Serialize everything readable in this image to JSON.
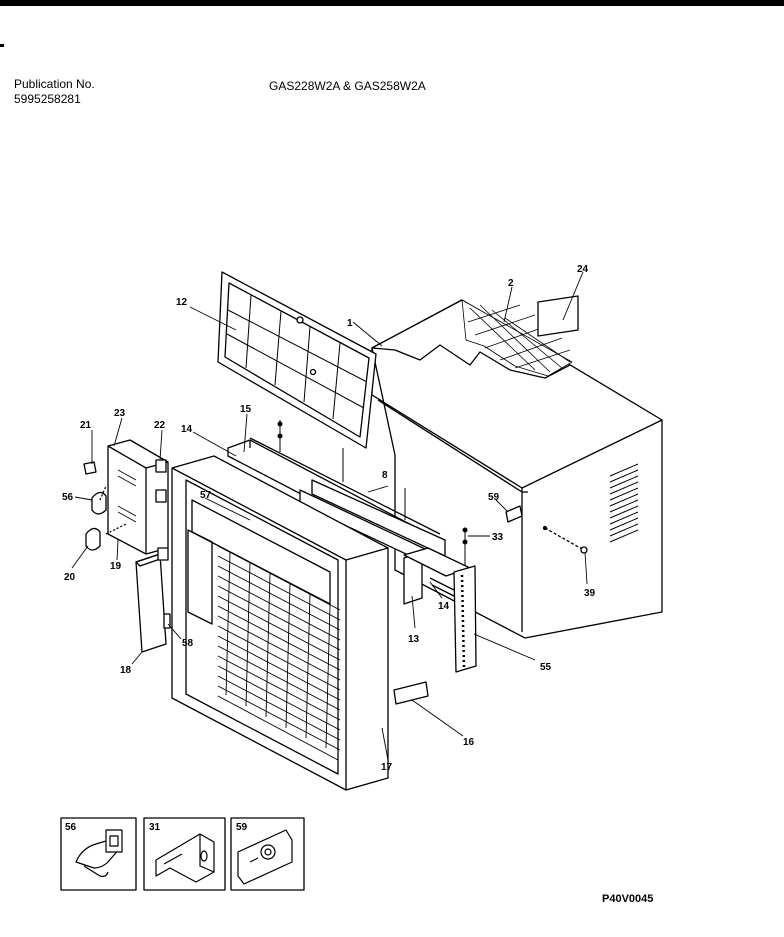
{
  "header": {
    "publication_label": "Publication No.",
    "publication_number": "5995258281",
    "models": "GAS228W2A & GAS258W2A"
  },
  "callouts": {
    "c1": "1",
    "c2": "2",
    "c8": "8",
    "c12": "12",
    "c13": "13",
    "c14a": "14",
    "c14b": "14",
    "c15": "15",
    "c16": "16",
    "c17": "17",
    "c18": "18",
    "c19": "19",
    "c20": "20",
    "c21": "21",
    "c22": "22",
    "c23": "23",
    "c24": "24",
    "c33": "33",
    "c39": "39",
    "c55": "55",
    "c56": "56",
    "c57": "57",
    "c58": "58",
    "c59": "59"
  },
  "insets": [
    {
      "label": "56",
      "icon": "latch-clip-icon"
    },
    {
      "label": "31",
      "icon": "bracket-icon"
    },
    {
      "label": "59",
      "icon": "mounting-plate-icon"
    }
  ],
  "drawing_code": "P40V0045"
}
